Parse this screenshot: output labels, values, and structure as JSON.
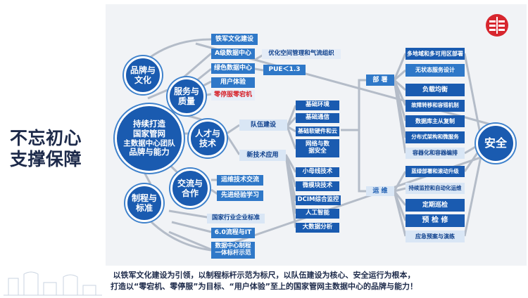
{
  "slogan": {
    "line1": "不忘初心",
    "line2": "支撑保障"
  },
  "center": {
    "lines": [
      "持续打造",
      "国家管网",
      "主数据中心团队",
      "品牌与能力"
    ]
  },
  "pillars": {
    "brand": "品牌与文化",
    "service": "服务与质量",
    "talent": "人才与技术",
    "exchange": "交流与合作",
    "rules": "制程与标准"
  },
  "top_item": "铁军文化建设",
  "service_items": [
    "A级数据中心",
    "绿色数据中心",
    "用户体验",
    "零停服零宕机"
  ],
  "service_sub": [
    "优化空间管理和气流组织",
    "PUE＜1.3"
  ],
  "talent_items": [
    "队伍建设",
    "新技术应用"
  ],
  "team_items": [
    "基础环境",
    "基础通信",
    "基础软硬件和云",
    "网络与数据安全"
  ],
  "tech_items": [
    "小母线技术",
    "微模块技术",
    "DCIM综合监控",
    "人工智能",
    "大数据分析"
  ],
  "exchange_items": [
    "运维技术交流",
    "先进经验学习"
  ],
  "rules_items": [
    "国家行业企业标准",
    "6.0流程与IT",
    "数据中心制程一体标杆示范"
  ],
  "deploy": {
    "label": "部 署",
    "items": [
      "多地域和多可用区部署",
      "无状态服务设计",
      "负载均衡",
      "故障转移和容错机制",
      "数据库主从复制",
      "分布式架构和微服务",
      "容器化和容器编排"
    ]
  },
  "ops": {
    "label": "运 维",
    "items": [
      "蓝绿部署和滚动升级",
      "持续监控和自动化运维",
      "定期巡检",
      "预 检 修",
      "应急预案与演练"
    ]
  },
  "safety": "安全",
  "caption": {
    "line1": "以铁军文化建设为引领，以制程标杆示范为标尺，以队伍建设为核心、安全运行为根本，",
    "line2": "打造以“零宕机、零停服”为目标、“用户体验”至上的国家管网主数据中心的品牌与能力！"
  },
  "colors": {
    "dark": "#1a5bb0",
    "light": "#2f78c8",
    "line": "#b4bcc8",
    "accent": "#d7262e"
  }
}
